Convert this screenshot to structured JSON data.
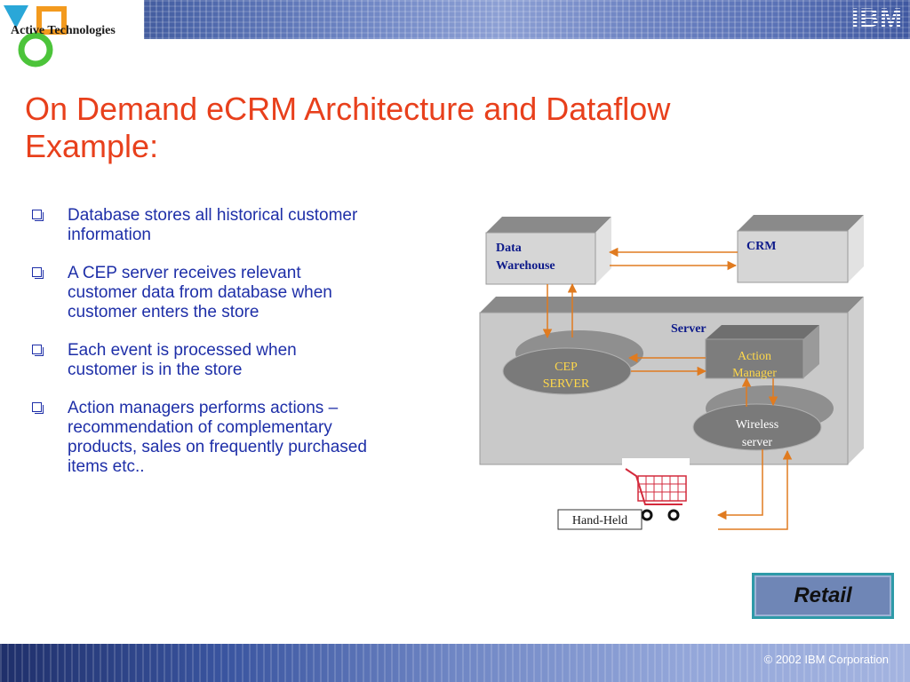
{
  "header": {
    "company_logo_text": "Active Technologies",
    "brand_logo_text": "IBM"
  },
  "slide": {
    "title_line1": "On Demand eCRM Architecture and Dataflow",
    "title_line2": "Example:",
    "bullets": [
      {
        "line1": "Database stores all historical customer",
        "line2": "information"
      },
      {
        "line1": "A CEP server receives relevant",
        "line2": "customer data from database when",
        "line3": "customer enters the store"
      },
      {
        "line1": "Each event is processed  when",
        "line2": "customer is in the store"
      },
      {
        "line1": "Action managers performs actions –",
        "line2": "recommendation of complementary",
        "line3": "products, sales on frequently purchased",
        "line4": "items etc.."
      }
    ]
  },
  "diagram": {
    "data_warehouse_line1": "Data",
    "data_warehouse_line2": "Warehouse",
    "crm": "CRM",
    "server": "Server",
    "cep_line1": "CEP",
    "cep_line2": "SERVER",
    "action_line1": "Action",
    "action_line2": "Manager",
    "wireless_line1": "Wireless",
    "wireless_line2": "server",
    "handheld": "Hand-Held"
  },
  "retail_button": "Retail",
  "footer": {
    "copyright": "© 2002 IBM Corporation"
  },
  "colors": {
    "title": "#e8401c",
    "bullet_text": "#1e2fa8",
    "box_label": "#0d1a8a",
    "node_label": "#ffd84a",
    "arrow": "#e07b20"
  }
}
